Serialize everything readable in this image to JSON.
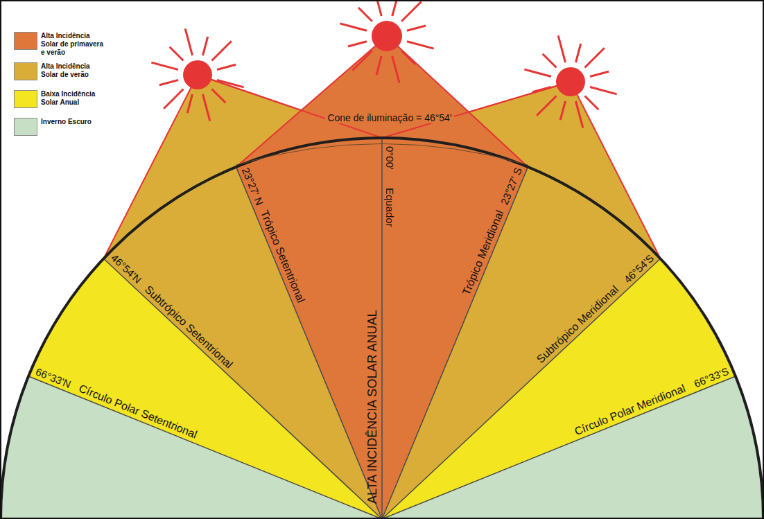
{
  "diagram": {
    "labels": [
      "Cone de iluminação = 46°54'",
      "0°00'",
      "Equador",
      "ALTA INCIDÊNCIA SOLAR ANUAL",
      "23°27' N",
      "Trópico Setentrional",
      "23°27' S",
      "Trópico Meridional",
      "46°54'N",
      "Subtrópico Setentrional",
      "46°54'S",
      "Subtrópico Meridional",
      "66°33'N",
      "Círculo Polar Setentrional",
      "66°33'S",
      "Círculo Polar Meridional"
    ],
    "legend": [
      {
        "text": "Alta Incidência Solar de primavera e verão",
        "color": "#e0773a"
      },
      {
        "text": "Alta Incidência Solar de verão",
        "color": "#d9ad37"
      },
      {
        "text": "Baixa Incidência Solar Anual",
        "color": "#f3e520"
      },
      {
        "text": "Inverno Escuro",
        "color": "#c7dfc5"
      }
    ]
  }
}
